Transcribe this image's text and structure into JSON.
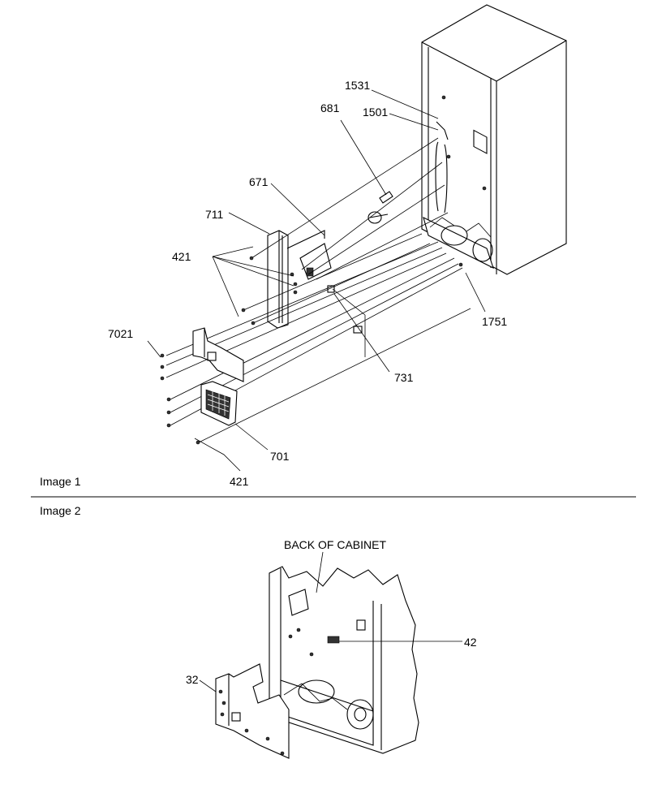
{
  "image1": {
    "caption": "Image 1",
    "callouts": {
      "c1531": "1531",
      "c1501": "1501",
      "c681": "681",
      "c671": "671",
      "c711": "711",
      "c421_upper": "421",
      "c7021": "7021",
      "c1751": "1751",
      "c731": "731",
      "c701": "701",
      "c421_lower": "421"
    }
  },
  "image2": {
    "caption": "Image 2",
    "title": "BACK OF CABINET",
    "callouts": {
      "c42": "42",
      "c32": "32"
    }
  }
}
